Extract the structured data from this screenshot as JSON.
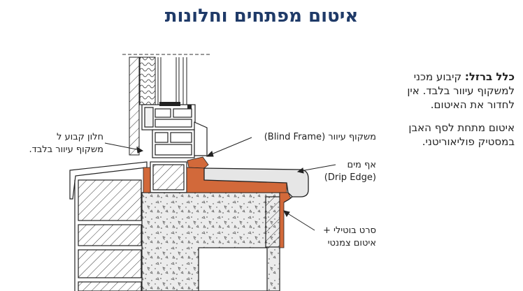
{
  "title": "איטום מפתחים וחלונות",
  "rule": {
    "bold": "כלל ברזל:",
    "line1": " קיבוע מכני",
    "line2": "למשקוף עיוור בלבד. אין",
    "line3": "לחדור את האיטום."
  },
  "seal_note": {
    "line1": "איטום מתחת לסף האבן",
    "line2": "במסטיק פוליאוריטני."
  },
  "labels": {
    "fixed_window_1": "חלון קבוע ל",
    "fixed_window_2": "משקוף עיוור בלבד.",
    "blind_frame": "משקוף עיוור (Blind Frame)",
    "drip_he": "אף מים",
    "drip_en": "(Drip Edge)",
    "tape_1": "סרט בוטילי +",
    "tape_2": "איטום צמנטי"
  },
  "colors": {
    "title": "#1f3a68",
    "seal": "#d2693a",
    "stone": "#e6e6e6",
    "line": "#222222"
  }
}
